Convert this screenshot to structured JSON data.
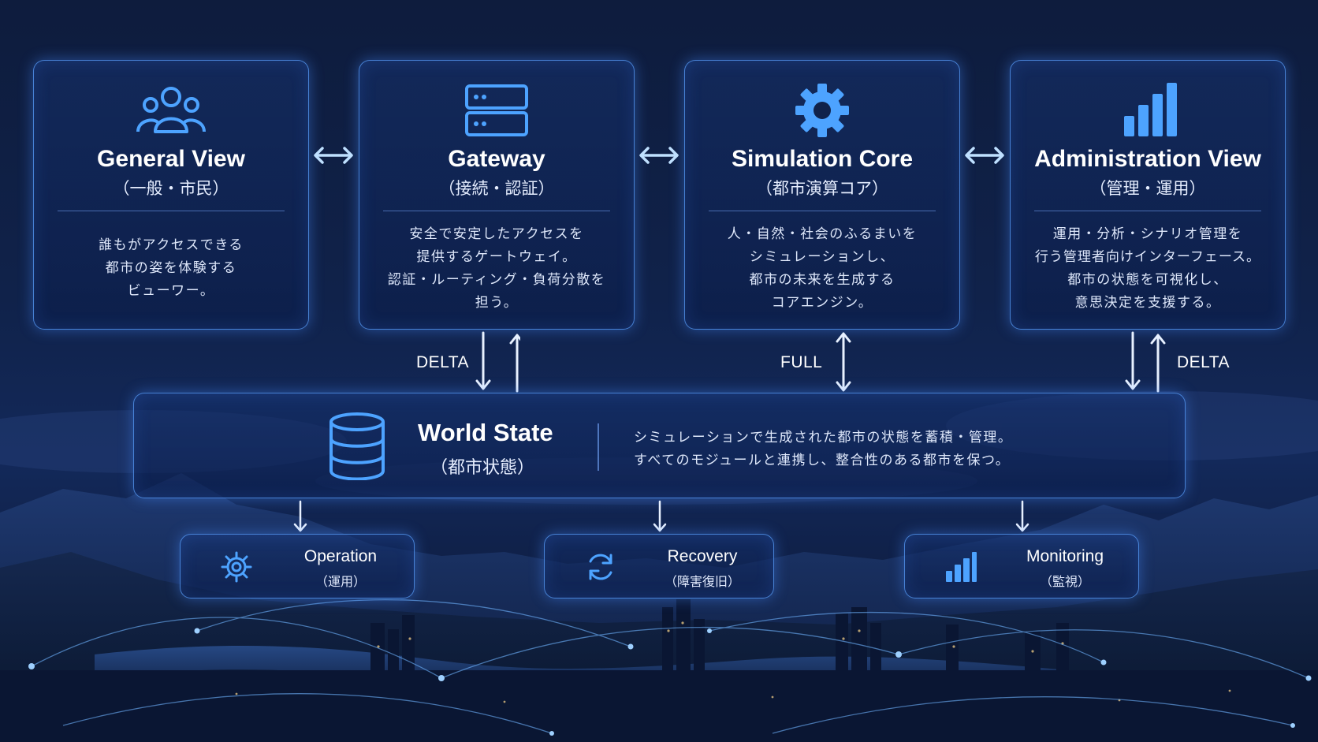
{
  "colors": {
    "accent": "#4da3ff",
    "arrow": "#e8f1ff",
    "background": "#10224a"
  },
  "cards": [
    {
      "icon": "users-icon",
      "title": "General View",
      "subtitle": "（一般・市民）",
      "lines": [
        "誰もがアクセスできる",
        "都市の姿を体験する",
        "ビューワー。"
      ]
    },
    {
      "icon": "server-icon",
      "title": "Gateway",
      "subtitle": "（接続・認証）",
      "lines": [
        "安全で安定したアクセスを",
        "提供するゲートウェイ。",
        "認証・ルーティング・負荷分散を",
        "担う。"
      ]
    },
    {
      "icon": "gear-icon",
      "title": "Simulation Core",
      "subtitle": "（都市演算コア）",
      "lines": [
        "人・自然・社会のふるまいを",
        "シミュレーションし、",
        "都市の未来を生成する",
        "コアエンジン。"
      ]
    },
    {
      "icon": "bar-chart-icon",
      "title": "Administration View",
      "subtitle": "（管理・運用）",
      "lines": [
        "運用・分析・シナリオ管理を",
        "行う管理者向けインターフェース。",
        "都市の状態を可視化し、",
        "意思決定を支援する。"
      ]
    }
  ],
  "flows": [
    {
      "label": "DELTA",
      "direction": "bidirectional-split"
    },
    {
      "label": "FULL",
      "direction": "bidirectional"
    },
    {
      "label": "DELTA",
      "direction": "bidirectional-split"
    }
  ],
  "world_state": {
    "icon": "database-icon",
    "title": "World State",
    "subtitle": "（都市状態）",
    "lines": [
      "シミュレーションで生成された都市の状態を蓄積・管理。",
      "すべてのモジュールと連携し、整合性のある都市を保つ。"
    ]
  },
  "modules": [
    {
      "icon": "gear-icon",
      "title": "Operation",
      "subtitle": "（運用）"
    },
    {
      "icon": "refresh-icon",
      "title": "Recovery",
      "subtitle": "（障害復旧）"
    },
    {
      "icon": "bar-chart-icon",
      "title": "Monitoring",
      "subtitle": "（監視）"
    }
  ]
}
